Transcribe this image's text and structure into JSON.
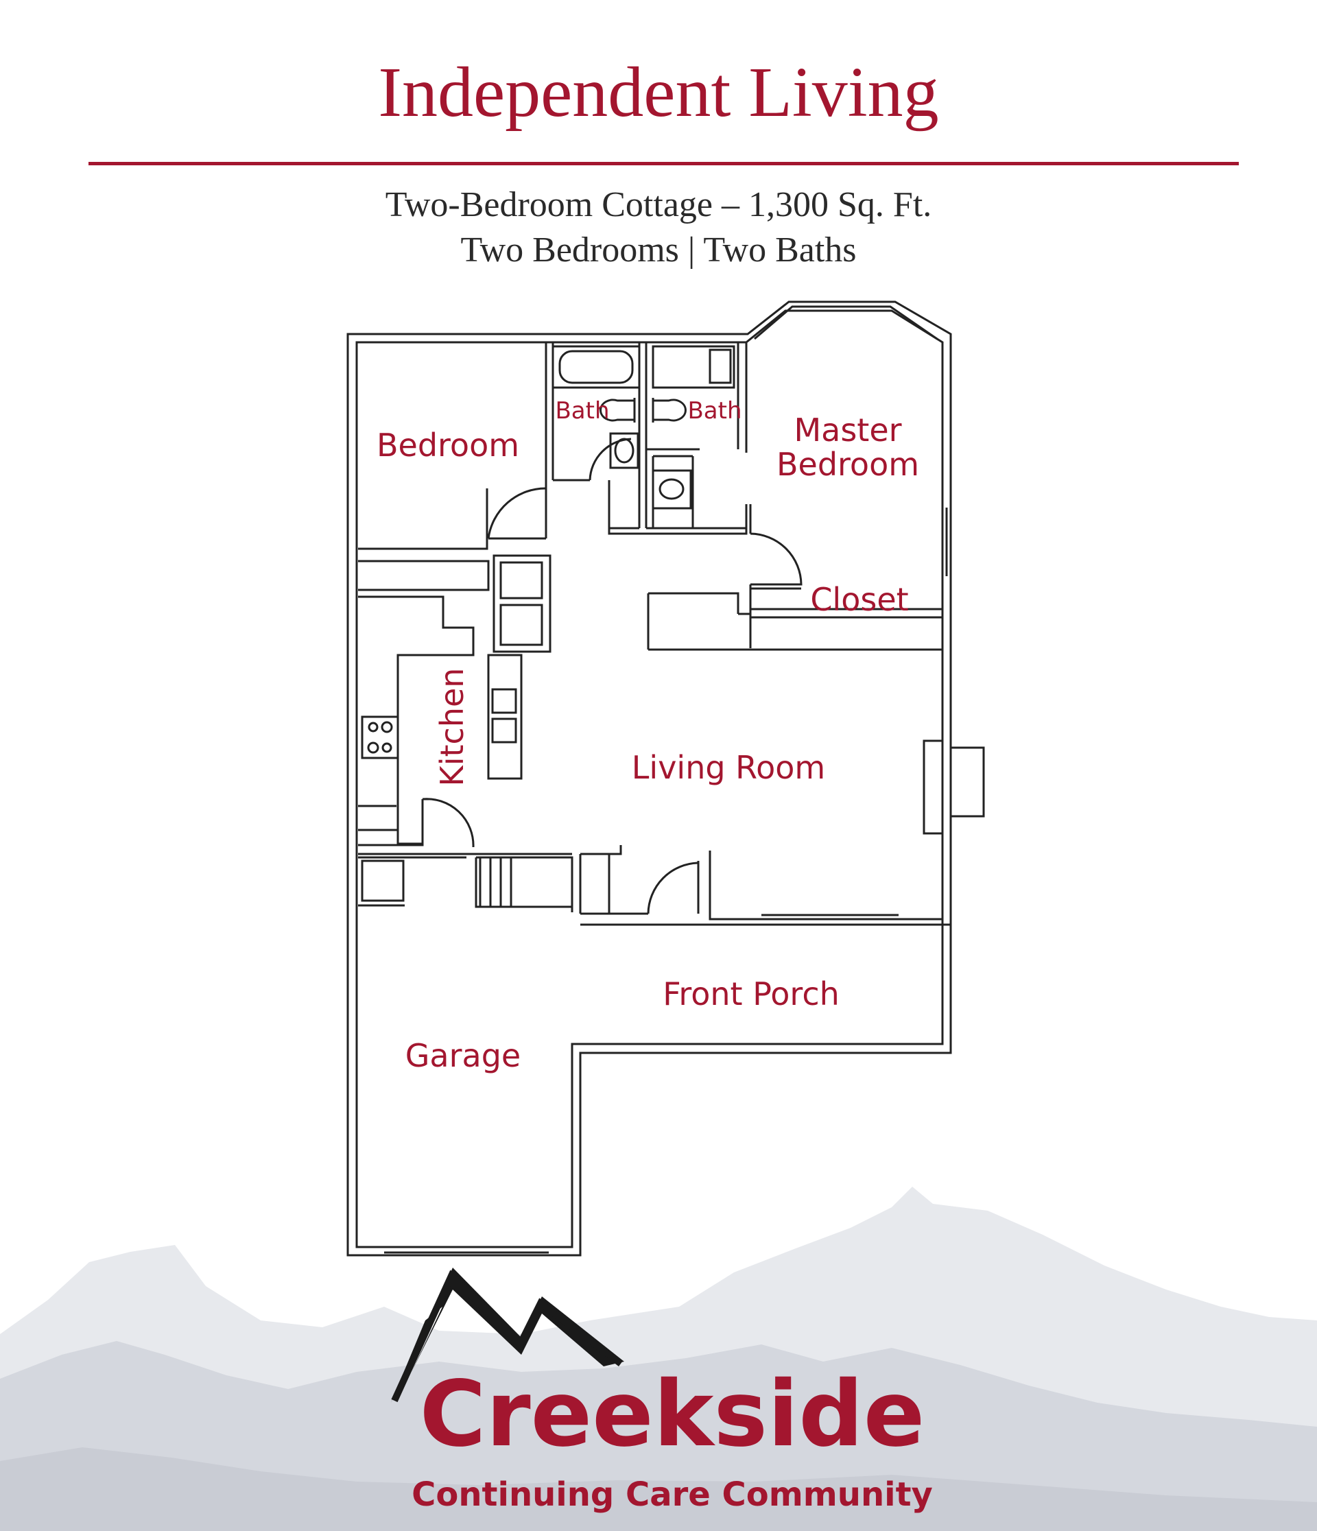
{
  "header": {
    "title": "Independent Living",
    "subtitle_line1": "Two-Bedroom Cottage – 1,300 Sq. Ft.",
    "subtitle_line2": "Two Bedrooms | Two Baths"
  },
  "rooms": {
    "bedroom": "Bedroom",
    "bath_left": "Bath",
    "bath_right": "Bath",
    "master_line1": "Master",
    "master_line2": "Bedroom",
    "closet": "Closet",
    "kitchen": "Kitchen",
    "living_room": "Living Room",
    "front_porch": "Front Porch",
    "garage": "Garage"
  },
  "brand": {
    "name": "Creekside",
    "tagline": "Continuing Care Community"
  },
  "colors": {
    "accent": "#a3162f",
    "wall": "#222222",
    "mountain_far": "#e6e8ec",
    "mountain_near": "#d3d6dd",
    "logo": "#1a1a1a"
  }
}
